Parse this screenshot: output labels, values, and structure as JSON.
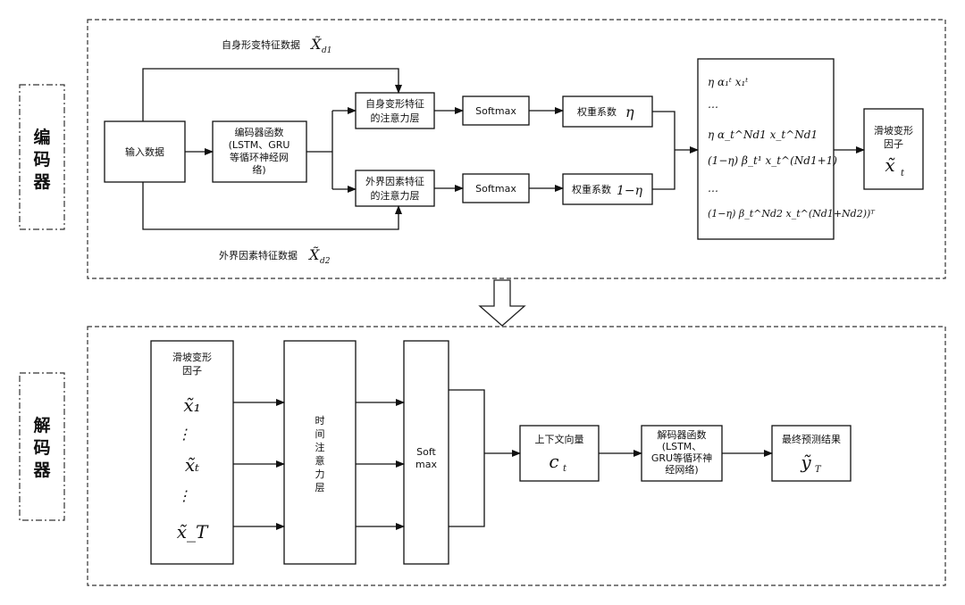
{
  "encoder": {
    "section_label": "编码器",
    "input_label": "输入数据",
    "encoder_fn_lines": [
      "编码器函数",
      "(LSTM、GRU",
      "等循环神经网",
      "络)"
    ],
    "self_attn_lines": [
      "自身变形特征",
      "的注意力层"
    ],
    "ext_attn_lines": [
      "外界因素特征",
      "的注意力层"
    ],
    "softmax_label": "Softmax",
    "weight_self_text": "权重系数",
    "weight_self_sym": "η",
    "weight_ext_text": "权重系数",
    "weight_ext_sym": "1−η",
    "self_feature_text": "自身形变特征数据",
    "self_feature_sym": "X̃",
    "self_feature_sub": "d1",
    "ext_feature_text": "外界因素特征数据",
    "ext_feature_sym": "X̃",
    "ext_feature_sub": "d2",
    "output_lines": [
      "滑坡变形",
      "因子"
    ],
    "output_sym": "x̃",
    "output_sub": "t",
    "formula_lines": [
      "η α₁ᵗ x₁ᵗ",
      "…",
      "η α_t^Nd1 x_t^Nd1",
      "(1−η) β_t¹ x_t^(Nd1+1)",
      "…",
      "(1−η) β_t^Nd2 x_t^(Nd1+Nd2))ᵀ"
    ]
  },
  "decoder": {
    "section_label": "解码器",
    "input_lines": [
      "滑坡变形",
      "因子"
    ],
    "x_items": [
      "x̃₁",
      "⋮",
      "x̃ₜ",
      "⋮",
      "x̃_T"
    ],
    "attn_chars": [
      "时",
      "间",
      "注",
      "意",
      "力",
      "层"
    ],
    "softmax_lines": [
      "Soft",
      "max"
    ],
    "context_label": "上下文向量",
    "context_sym": "c",
    "context_sub": "t",
    "decoder_fn_lines": [
      "解码器函数",
      "(LSTM、",
      "GRU等循环神",
      "经网络)"
    ],
    "result_label": "最终预测结果",
    "result_sym": "ỹ",
    "result_sub": "T"
  }
}
